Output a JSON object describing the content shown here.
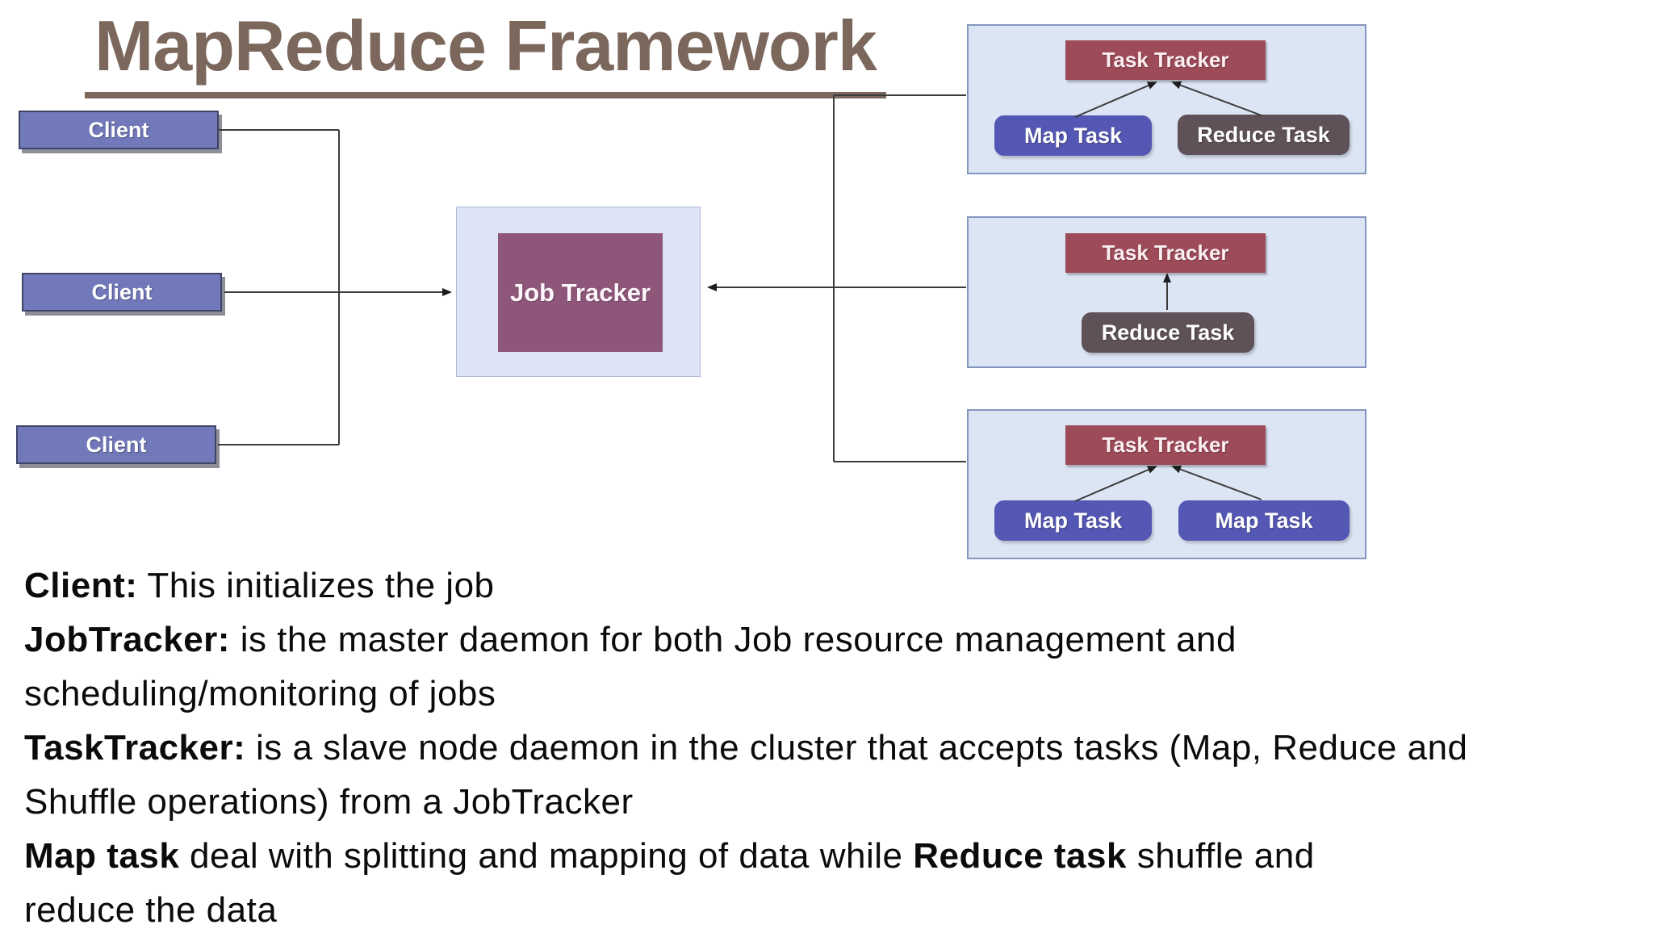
{
  "title": "MapReduce Framework",
  "diagram": {
    "clients": [
      {
        "label": "Client"
      },
      {
        "label": "Client"
      },
      {
        "label": "Client"
      }
    ],
    "job_tracker": {
      "label": "Job Tracker"
    },
    "task_tracker_panels": [
      {
        "header": "Task Tracker",
        "tasks": [
          {
            "label": "Map Task",
            "type": "map"
          },
          {
            "label": "Reduce Task",
            "type": "reduce"
          }
        ]
      },
      {
        "header": "Task Tracker",
        "tasks": [
          {
            "label": "Reduce Task",
            "type": "reduce"
          }
        ]
      },
      {
        "header": "Task Tracker",
        "tasks": [
          {
            "label": "Map Task",
            "type": "map"
          },
          {
            "label": "Map Task",
            "type": "map"
          }
        ]
      }
    ]
  },
  "description": {
    "lines": [
      {
        "segments": [
          {
            "text": "Client:",
            "bold": true
          },
          {
            "text": " This initializes the job",
            "bold": false
          }
        ]
      },
      {
        "segments": [
          {
            "text": "JobTracker:",
            "bold": true
          },
          {
            "text": " is the master daemon for both Job resource management and",
            "bold": false
          }
        ]
      },
      {
        "segments": [
          {
            "text": "scheduling/monitoring of jobs",
            "bold": false
          }
        ]
      },
      {
        "segments": [
          {
            "text": "TaskTracker:",
            "bold": true
          },
          {
            "text": " is a slave node daemon in the cluster that accepts tasks (Map, Reduce and",
            "bold": false
          }
        ]
      },
      {
        "segments": [
          {
            "text": "Shuffle operations) from a JobTracker",
            "bold": false
          }
        ]
      },
      {
        "segments": [
          {
            "text": "Map task",
            "bold": true
          },
          {
            "text": " deal with splitting and mapping of data while ",
            "bold": false
          },
          {
            "text": "Reduce task",
            "bold": true
          },
          {
            "text": " shuffle and",
            "bold": false
          }
        ]
      },
      {
        "segments": [
          {
            "text": "reduce the data",
            "bold": false
          }
        ]
      }
    ]
  },
  "colors": {
    "title": "#7b675c",
    "client_box": "#7179bb",
    "job_tracker_box": "#8e577a",
    "task_tracker_header": "#9d4a59",
    "map_task_box": "#5457b3",
    "reduce_task_box": "#5e5158",
    "panel_background": "#dce5f4",
    "connector_line": "#3c3c3c",
    "description_text": "#0b0b0b"
  }
}
